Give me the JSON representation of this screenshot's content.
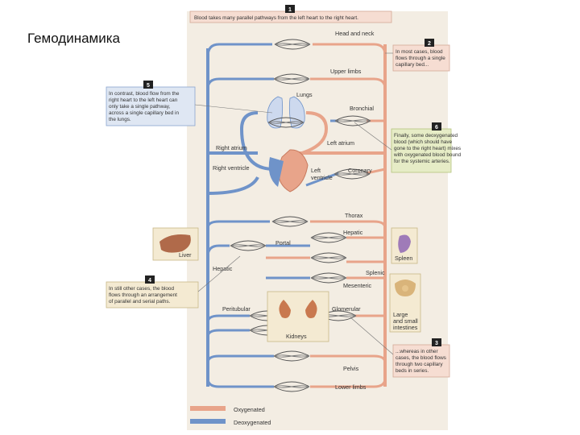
{
  "slide_title": "Гемодинамика",
  "labels": {
    "head_neck": "Head and neck",
    "upper_limbs": "Upper limbs",
    "lungs": "Lungs",
    "bronchial": "Bronchial",
    "right_atrium": "Right atrium",
    "left_atrium": "Left atrium",
    "right_ventricle": "Right ventricle",
    "left_ventricle_1": "Left",
    "left_ventricle_2": "ventricle",
    "coronary": "Coronary",
    "thorax": "Thorax",
    "hepatic_artery": "Hepatic",
    "liver": "Liver",
    "portal": "Portal",
    "spleen": "Spleen",
    "hepatic_vein": "Hepatic",
    "splenic": "Splenic",
    "mesenteric": "Mesenteric",
    "intestines_1": "Large",
    "intestines_2": "and small",
    "intestines_3": "intestines",
    "peritubular": "Peritubular",
    "glomerular": "Glomerular",
    "kidneys": "Kidneys",
    "pelvis": "Pelvis",
    "lower_limbs": "Lower limbs"
  },
  "callouts": [
    {
      "number": "1",
      "lines": [
        "Blood takes many parallel pathways from the left heart to the right heart."
      ]
    },
    {
      "number": "2",
      "lines": [
        "In most cases, blood",
        "flows through a single",
        "capillary bed..."
      ]
    },
    {
      "number": "5",
      "lines": [
        "In contrast, blood flow from the",
        "right heart to the left heart can",
        "only take a single pathway,",
        "across a single capillary bed in",
        "the lungs."
      ]
    },
    {
      "number": "6",
      "lines": [
        "Finally, some deoxygenated",
        "blood (which should have",
        "gone to the right heart) mixes",
        "with oxygenated blood bound",
        "for the systemic arteries."
      ]
    },
    {
      "number": "4",
      "lines": [
        "In still other cases, the blood",
        "flows through an arrangement",
        "of parallel and serial paths."
      ]
    },
    {
      "number": "3",
      "lines": [
        "...whereas in other",
        "cases, the blood flows",
        "through two capillary",
        "beds in series."
      ]
    }
  ],
  "legend": [
    {
      "label": "Oxygenated",
      "color": "#e8a48a"
    },
    {
      "label": "Deoxygenated",
      "color": "#6f93c9"
    }
  ],
  "colors": {
    "arterial": "#e8a48a",
    "venous": "#6f93c9",
    "panel_bg": "#f3ede3",
    "callout_red_bg": "#f6ddd2",
    "callout_blue_bg": "#dfe7f3",
    "callout_green_bg": "#e6ecc6",
    "callout_tan_bg": "#f4ead2"
  }
}
